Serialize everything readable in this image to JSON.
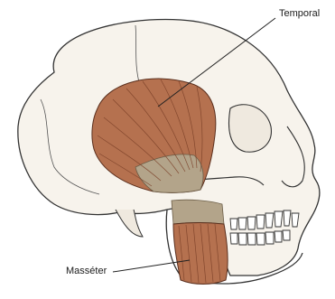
{
  "labels": {
    "temporal": "Temporal",
    "masseter": "Masséter"
  },
  "colors": {
    "bone_fill": "#f7f3ec",
    "outline": "#333333",
    "muscle": "#b5714f",
    "muscle_fiber": "#7a3f27",
    "tendon": "#b3a48a"
  },
  "illustration": "human skull in lateral view with temporal and masseter muscles"
}
